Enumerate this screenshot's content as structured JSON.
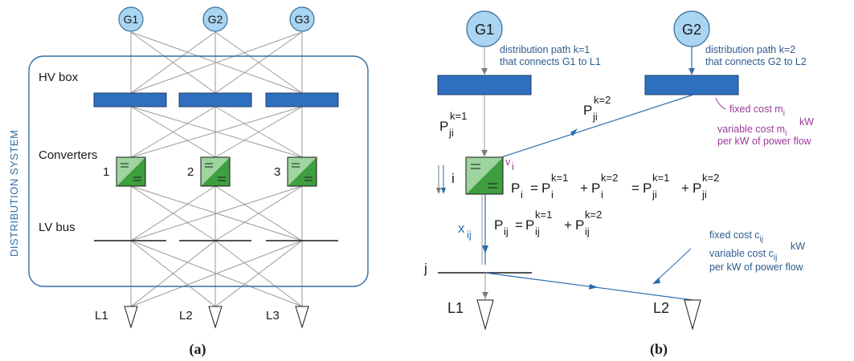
{
  "panel_a": {
    "generators": [
      "G1",
      "G2",
      "G3"
    ],
    "system_label": "DISTRIBUTION SYSTEM",
    "hv_label": "HV box",
    "converters_label": "Converters",
    "converter_numbers": [
      "1",
      "2",
      "3"
    ],
    "lv_label": "LV bus",
    "loads": [
      "L1",
      "L2",
      "L3"
    ],
    "caption": "(a)"
  },
  "panel_b": {
    "g1": "G1",
    "g2": "G2",
    "path1_line1": "distribution path k=1",
    "path1_line2": "that connects G1 to L1",
    "path2_line1": "distribution path k=2",
    "path2_line2": "that connects G2 to L2",
    "fixed_cost_m": "fixed cost m",
    "fixed_cost_m_sub": "i",
    "variable_cost_m": "variable cost m",
    "variable_cost_m_sub": "i",
    "variable_cost_m_sup": "kW",
    "per_kw_1": "per kW of power flow",
    "p_k2_base": "P",
    "p_k2_sub": "ji",
    "p_k2_sup": "k=2",
    "p_k1_base": "P",
    "p_k1_sub": "ji",
    "p_k1_sup": "k=1",
    "vi_base": "v",
    "vi_sub": "i",
    "i_label": "i",
    "eq_pi": "P",
    "eq_pi_sub": "i",
    "eq_eq": "=",
    "eq_plus": "+",
    "eq_sup_k1": "k=1",
    "eq_sup_k2": "k=2",
    "eq_sub_i": "i",
    "eq_sub_ji": "ji",
    "eq_sub_ij": "ij",
    "xij_base": "x",
    "xij_sub": "ij",
    "fixed_cost_c": "fixed cost c",
    "fixed_cost_c_sub": "ij",
    "variable_cost_c": "variable cost c",
    "variable_cost_c_sub": "ij",
    "variable_cost_c_sup": "kW",
    "per_kw_2": "per kW of power flow",
    "j_label": "j",
    "l1": "L1",
    "l2": "L2",
    "caption": "(b)"
  },
  "colors": {
    "generator_fill": "#a9d4f2",
    "hv_box": "#2f6fbf",
    "converter_green": "#5fb85f",
    "system_border": "#2e6ea8",
    "annotation_blue": "#2e5c8f",
    "annotation_purple": "#9b3a9b"
  }
}
